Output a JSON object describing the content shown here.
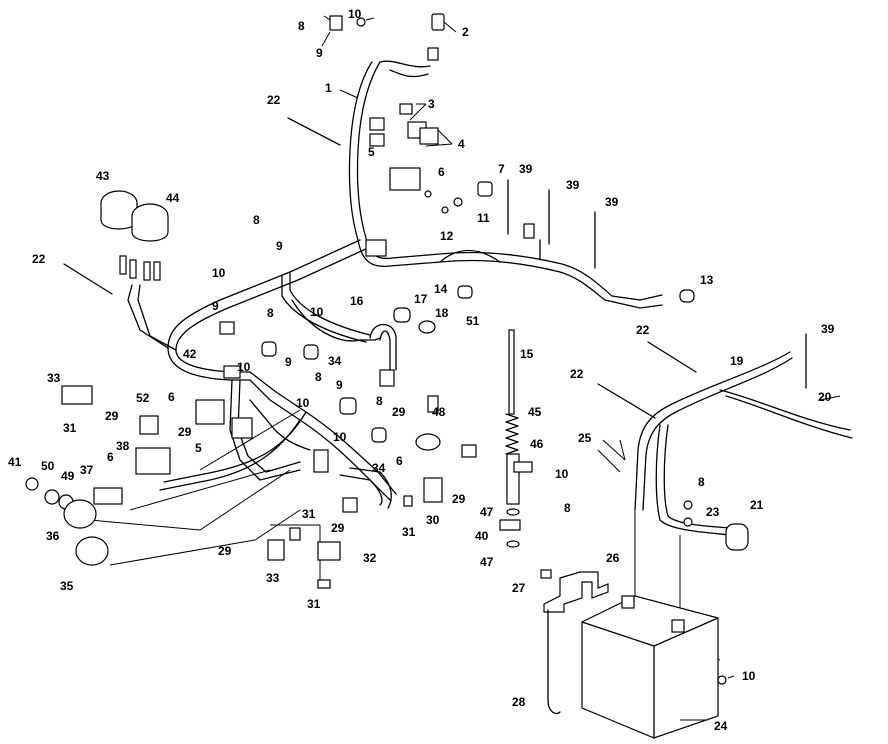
{
  "callouts": [
    {
      "id": "c1",
      "label": "1"
    },
    {
      "id": "c2",
      "label": "2"
    },
    {
      "id": "c3",
      "label": "3"
    },
    {
      "id": "c4",
      "label": "4"
    },
    {
      "id": "c5a",
      "label": "5"
    },
    {
      "id": "c5b",
      "label": "5"
    },
    {
      "id": "c6a",
      "label": "6"
    },
    {
      "id": "c6b",
      "label": "6"
    },
    {
      "id": "c6c",
      "label": "6"
    },
    {
      "id": "c6d",
      "label": "6"
    },
    {
      "id": "c7",
      "label": "7"
    },
    {
      "id": "c8a",
      "label": "8"
    },
    {
      "id": "c8b",
      "label": "8"
    },
    {
      "id": "c8c",
      "label": "8"
    },
    {
      "id": "c8d",
      "label": "8"
    },
    {
      "id": "c8e",
      "label": "8"
    },
    {
      "id": "c8f",
      "label": "8"
    },
    {
      "id": "c8g",
      "label": "8"
    },
    {
      "id": "c9a",
      "label": "9"
    },
    {
      "id": "c9b",
      "label": "9"
    },
    {
      "id": "c9c",
      "label": "9"
    },
    {
      "id": "c9d",
      "label": "9"
    },
    {
      "id": "c9e",
      "label": "9"
    },
    {
      "id": "c10a",
      "label": "10"
    },
    {
      "id": "c10b",
      "label": "10"
    },
    {
      "id": "c10c",
      "label": "10"
    },
    {
      "id": "c10d",
      "label": "10"
    },
    {
      "id": "c10e",
      "label": "10"
    },
    {
      "id": "c10f",
      "label": "10"
    },
    {
      "id": "c10g",
      "label": "10"
    },
    {
      "id": "c10h",
      "label": "10"
    },
    {
      "id": "c11",
      "label": "11"
    },
    {
      "id": "c12",
      "label": "12"
    },
    {
      "id": "c13",
      "label": "13"
    },
    {
      "id": "c14",
      "label": "14"
    },
    {
      "id": "c15",
      "label": "15"
    },
    {
      "id": "c16",
      "label": "16"
    },
    {
      "id": "c17",
      "label": "17"
    },
    {
      "id": "c18",
      "label": "18"
    },
    {
      "id": "c19",
      "label": "19"
    },
    {
      "id": "c20",
      "label": "20"
    },
    {
      "id": "c21",
      "label": "21"
    },
    {
      "id": "c22a",
      "label": "22"
    },
    {
      "id": "c22b",
      "label": "22"
    },
    {
      "id": "c22c",
      "label": "22"
    },
    {
      "id": "c22d",
      "label": "22"
    },
    {
      "id": "c23",
      "label": "23"
    },
    {
      "id": "c24",
      "label": "24"
    },
    {
      "id": "c25",
      "label": "25"
    },
    {
      "id": "c26",
      "label": "26"
    },
    {
      "id": "c27",
      "label": "27"
    },
    {
      "id": "c28",
      "label": "28"
    },
    {
      "id": "c29a",
      "label": "29"
    },
    {
      "id": "c29b",
      "label": "29"
    },
    {
      "id": "c29c",
      "label": "29"
    },
    {
      "id": "c29d",
      "label": "29"
    },
    {
      "id": "c29e",
      "label": "29"
    },
    {
      "id": "c29f",
      "label": "29"
    },
    {
      "id": "c30",
      "label": "30"
    },
    {
      "id": "c31a",
      "label": "31"
    },
    {
      "id": "c31b",
      "label": "31"
    },
    {
      "id": "c31c",
      "label": "31"
    },
    {
      "id": "c31d",
      "label": "31"
    },
    {
      "id": "c32",
      "label": "32"
    },
    {
      "id": "c33a",
      "label": "33"
    },
    {
      "id": "c33b",
      "label": "33"
    },
    {
      "id": "c34a",
      "label": "34"
    },
    {
      "id": "c34b",
      "label": "34"
    },
    {
      "id": "c35",
      "label": "35"
    },
    {
      "id": "c36",
      "label": "36"
    },
    {
      "id": "c37",
      "label": "37"
    },
    {
      "id": "c38",
      "label": "38"
    },
    {
      "id": "c39a",
      "label": "39"
    },
    {
      "id": "c39b",
      "label": "39"
    },
    {
      "id": "c39c",
      "label": "39"
    },
    {
      "id": "c39d",
      "label": "39"
    },
    {
      "id": "c40",
      "label": "40"
    },
    {
      "id": "c41",
      "label": "41"
    },
    {
      "id": "c42",
      "label": "42"
    },
    {
      "id": "c43",
      "label": "43"
    },
    {
      "id": "c44",
      "label": "44"
    },
    {
      "id": "c45",
      "label": "45"
    },
    {
      "id": "c46",
      "label": "46"
    },
    {
      "id": "c47a",
      "label": "47"
    },
    {
      "id": "c47b",
      "label": "47"
    },
    {
      "id": "c48",
      "label": "48"
    },
    {
      "id": "c49",
      "label": "49"
    },
    {
      "id": "c50",
      "label": "50"
    },
    {
      "id": "c51",
      "label": "51"
    },
    {
      "id": "c52",
      "label": "52"
    }
  ]
}
